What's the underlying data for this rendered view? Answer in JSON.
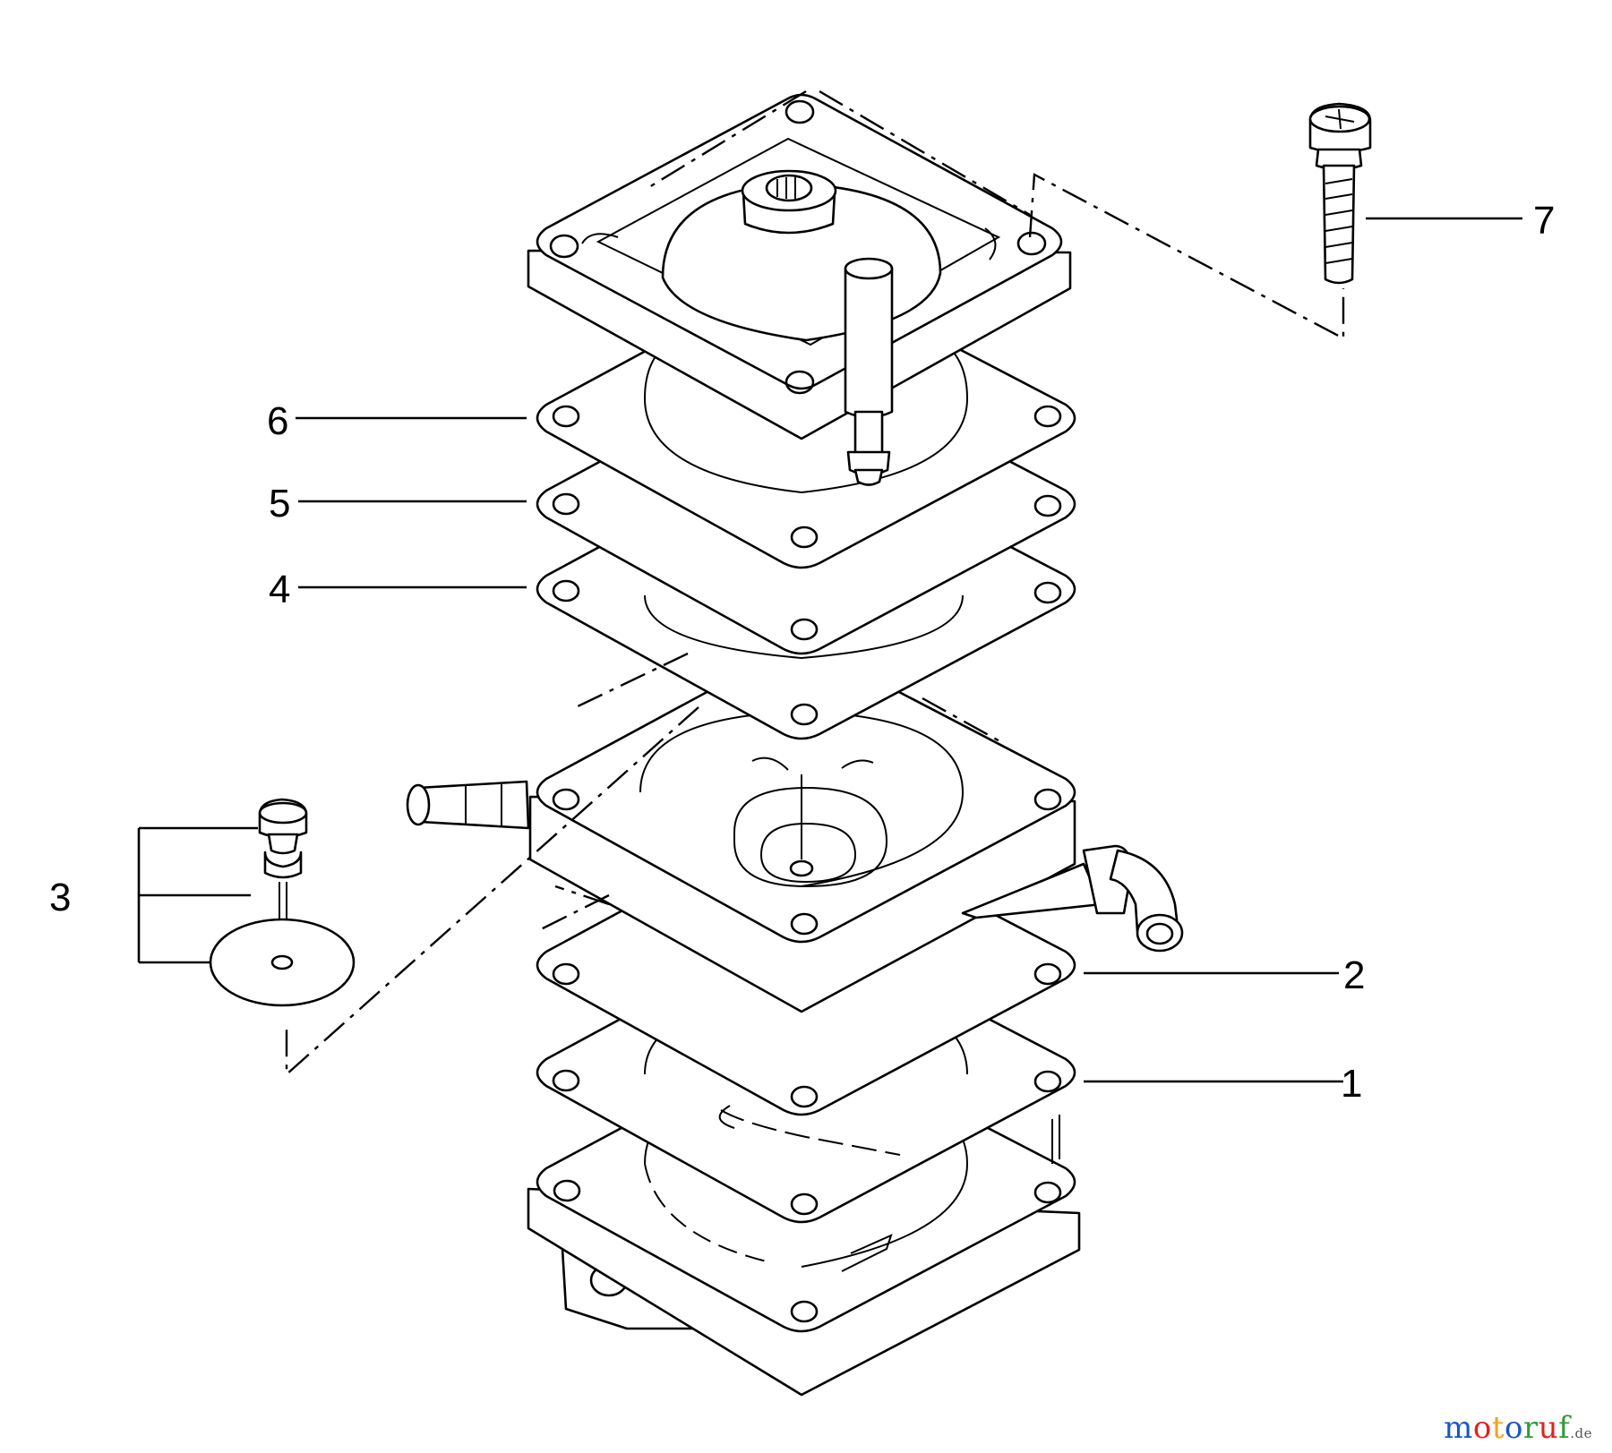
{
  "callouts": {
    "c1": "1",
    "c2": "2",
    "c3": "3",
    "c4": "4",
    "c5": "5",
    "c6": "6",
    "c7": "7"
  },
  "watermark": {
    "letters": [
      "m",
      "o",
      "t",
      "o",
      "r",
      "u",
      "f"
    ],
    "letter_colors": [
      "#1a56c8",
      "#e0241b",
      "#f0a51c",
      "#1a56c8",
      "#2e9b3a",
      "#e0241b",
      "#2e9b3a"
    ],
    "suffix": ".de"
  },
  "colors": {
    "line": "#000000",
    "background": "#ffffff"
  }
}
